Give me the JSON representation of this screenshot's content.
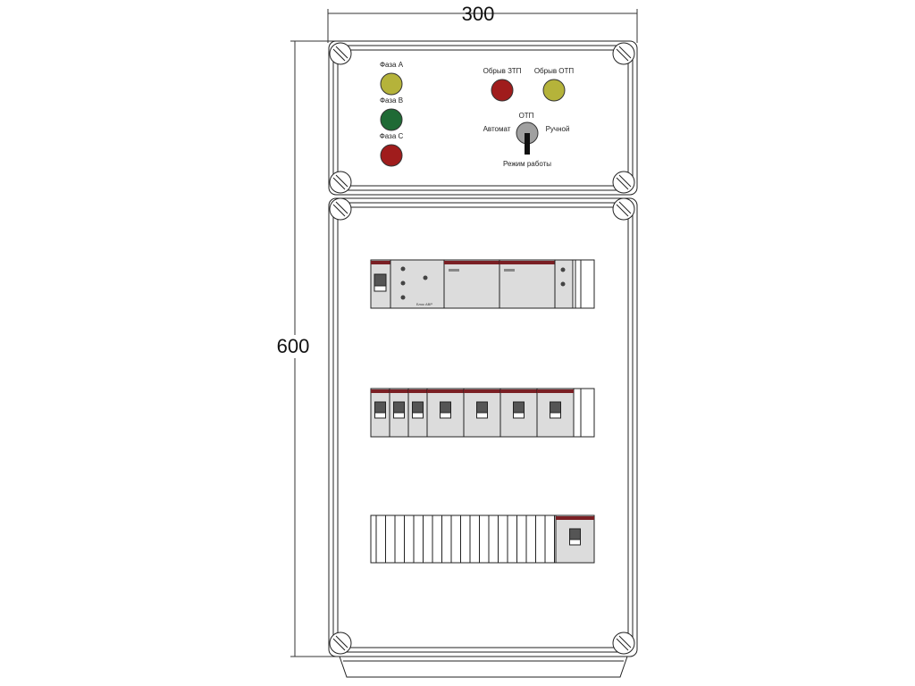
{
  "dimensions": {
    "width": "300",
    "height": "600"
  },
  "top_panel": {
    "lamps": [
      {
        "label": "Фаза А",
        "color": "#b5b33a"
      },
      {
        "label": "Фаза В",
        "color": "#1f6a35"
      },
      {
        "label": "Фаза С",
        "color": "#a01c1c"
      }
    ],
    "indicators": [
      {
        "label": "Обрыв ЗТП",
        "color": "#a01c1c"
      },
      {
        "label": "Обрыв ОТП",
        "color": "#b5b33a"
      }
    ],
    "switch": {
      "title": "ОТП",
      "left": "Автомат",
      "right": "Ручной",
      "caption": "Режим работы"
    }
  },
  "modules": {
    "relay_label": "Блок АВР"
  },
  "colors": {
    "accent": "#7a1f24",
    "module": "#dcdcdc"
  }
}
